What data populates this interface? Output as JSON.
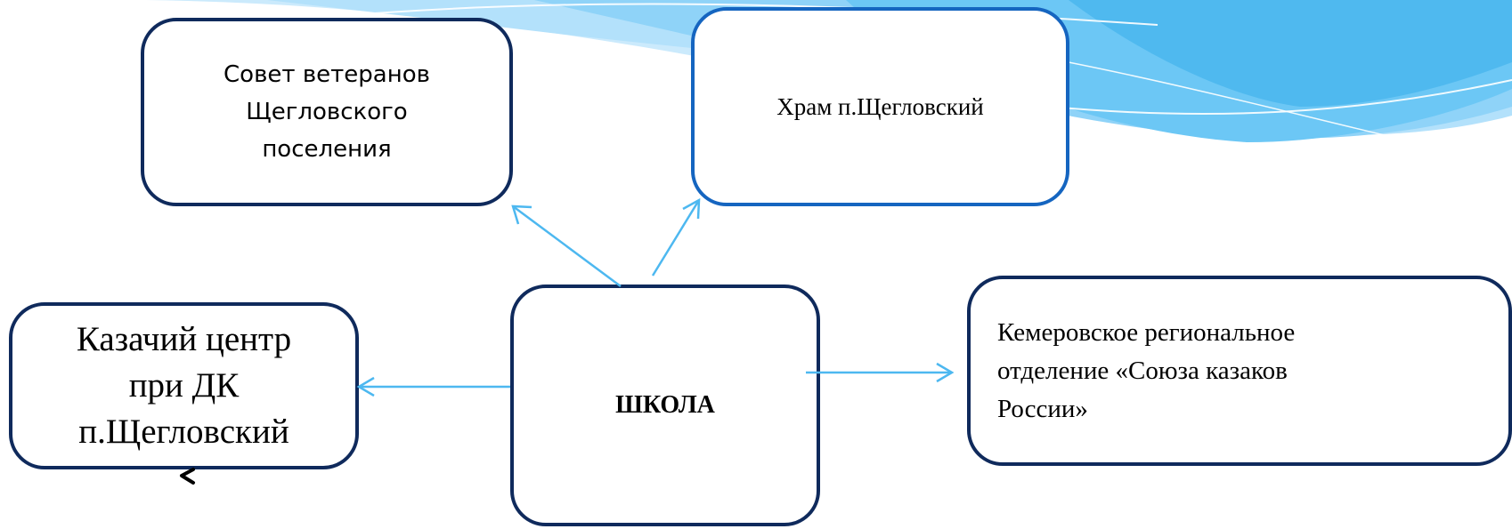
{
  "nodes": {
    "veterans": {
      "lines": [
        "Совет ветеранов",
        "Щегловского",
        "поселения"
      ]
    },
    "temple": {
      "label": "Храм п.Щегловский"
    },
    "cossack_center": {
      "lines": [
        "Казачий центр",
        "при ДК",
        "п.Щегловский"
      ]
    },
    "school": {
      "label": "ШКОЛА"
    },
    "union": {
      "lines": [
        "Кемеровское региональное",
        "отделение «Союза казаков",
        "России»"
      ]
    }
  },
  "colors": {
    "arrow": "#4db8f0",
    "node_border": "#0f2a5c",
    "temple_border": "#1565c0",
    "decor_wave_light": "#b3e1fb",
    "decor_wave_mid": "#6cc7f5"
  }
}
